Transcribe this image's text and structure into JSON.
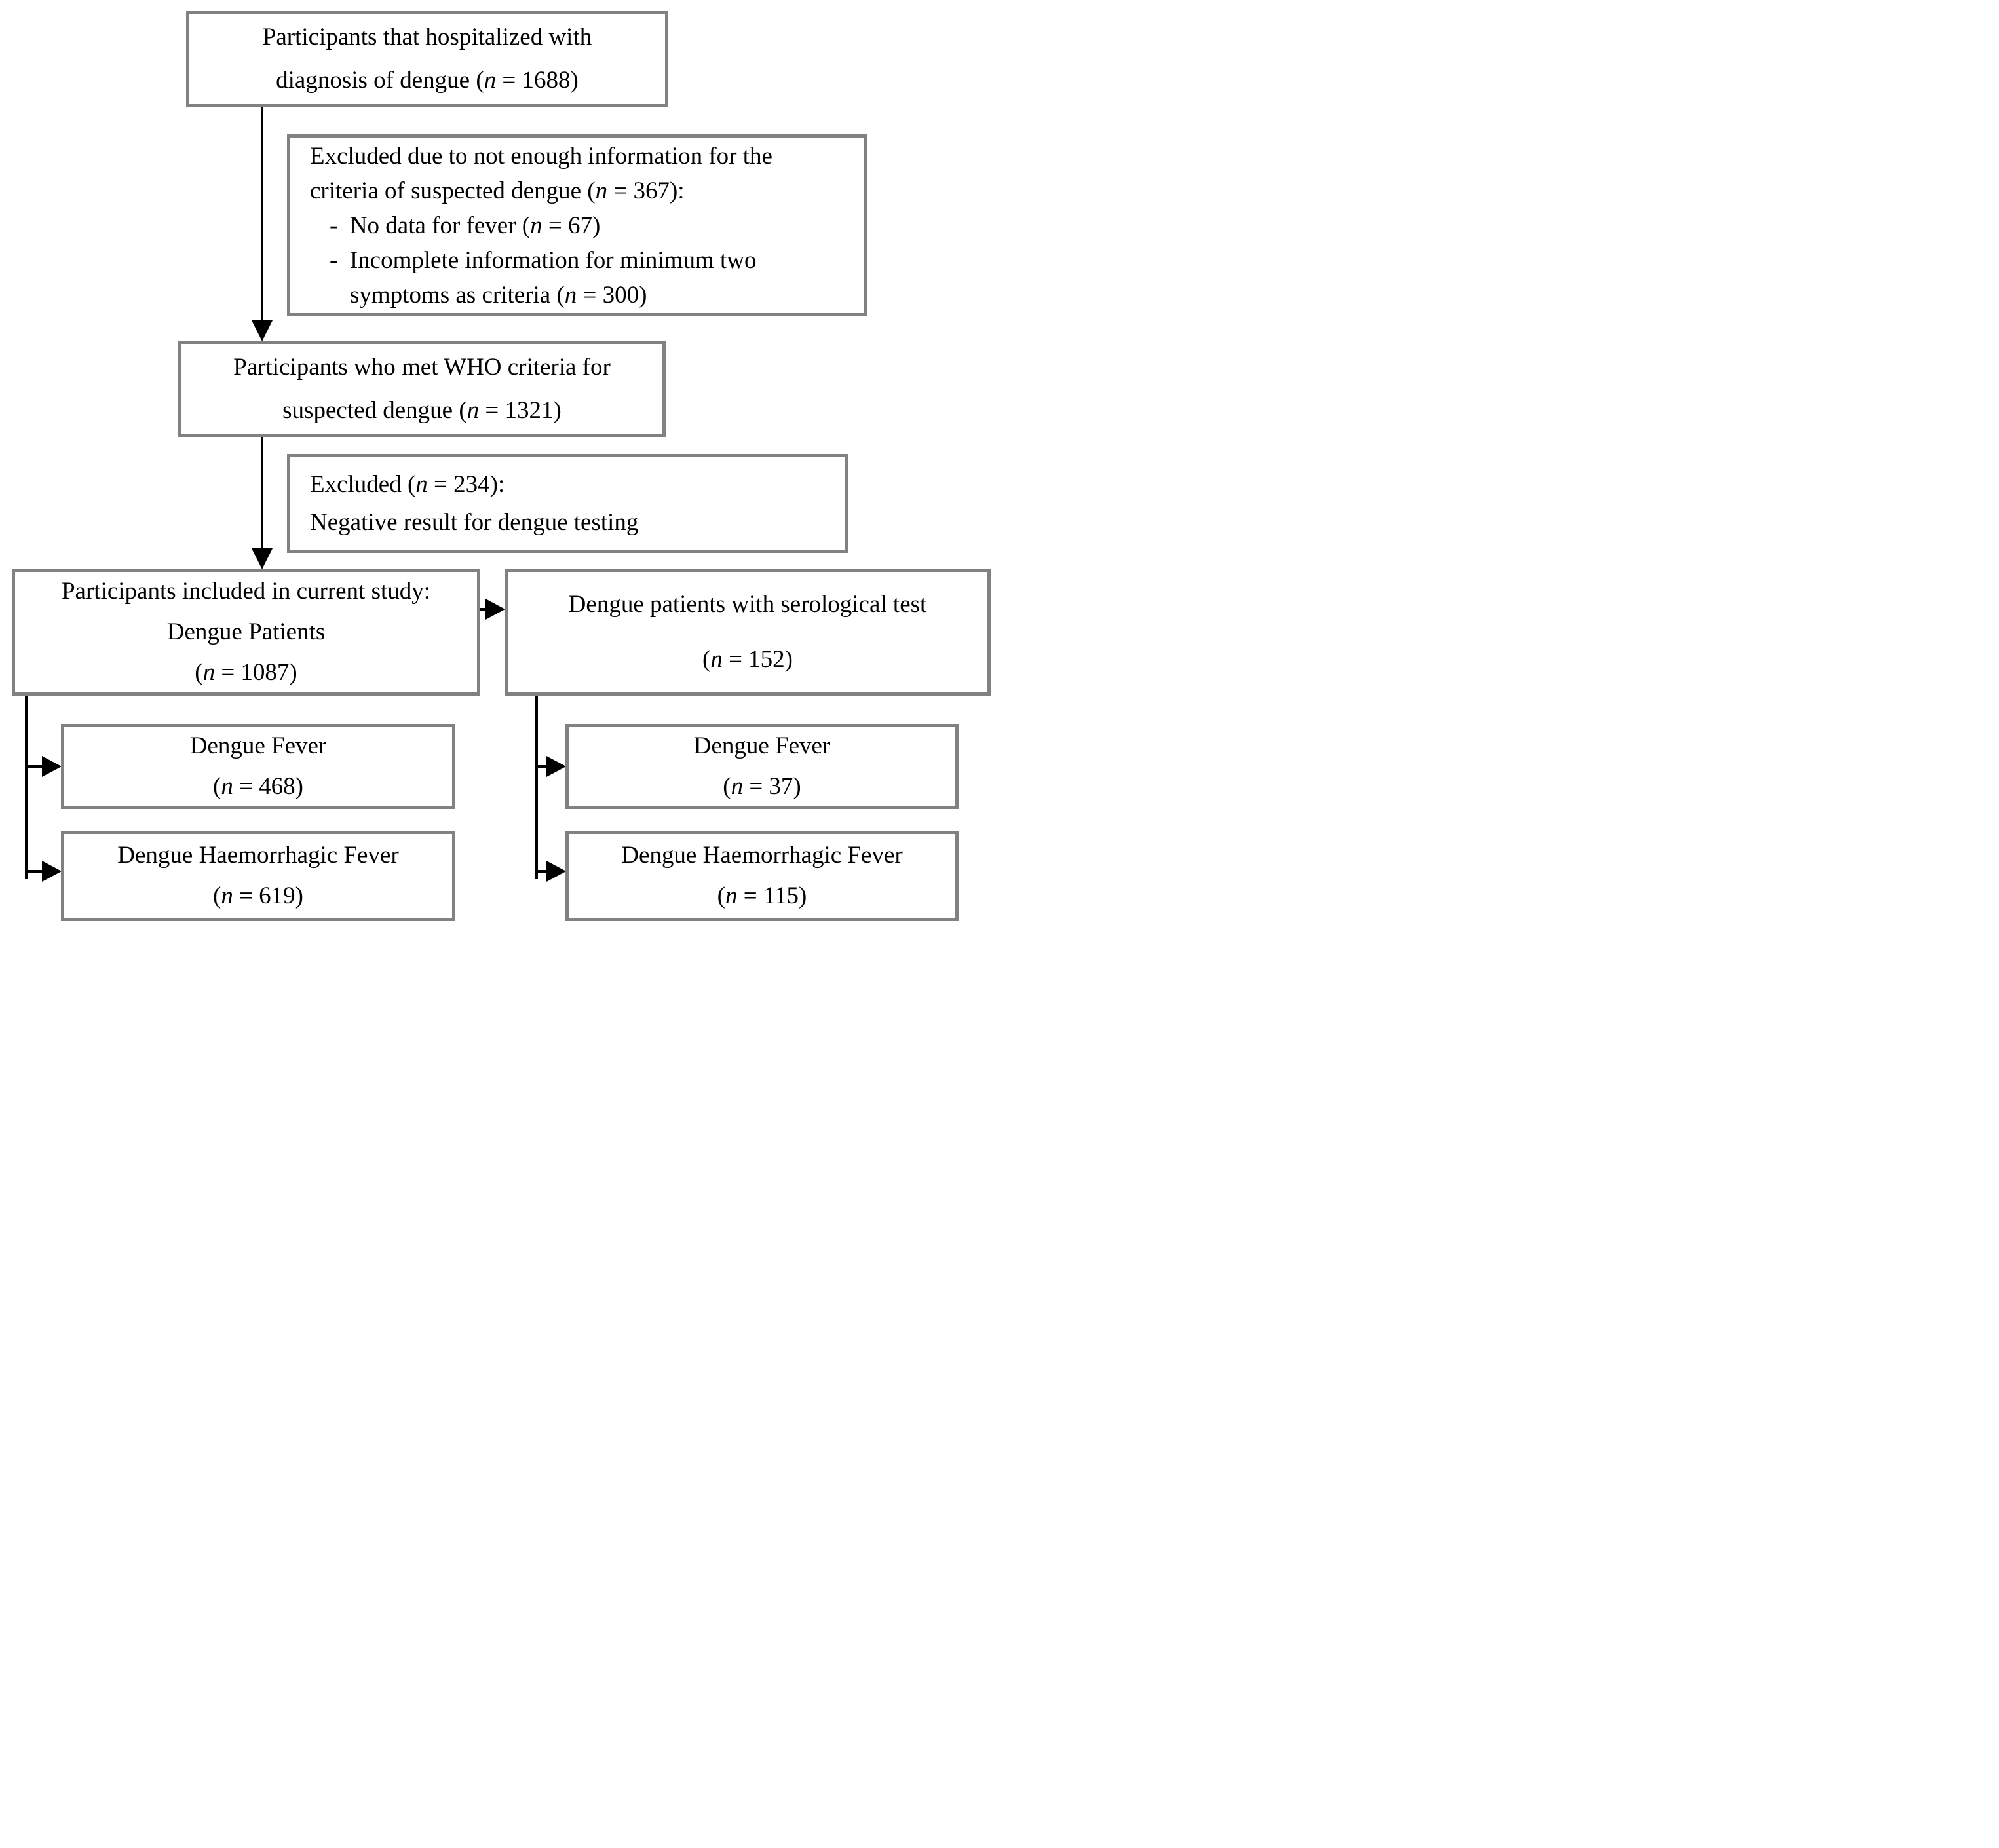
{
  "palette": {
    "background": "#ffffff",
    "box_border_gray": "#818181",
    "connector_black": "#000000",
    "text_color": "#000000"
  },
  "diagram_type": "study participant flowchart",
  "counts": {
    "hospitalized": 1688,
    "excluded_not_enough_info": 367,
    "no_data_for_fever": 67,
    "incomplete_two_symptoms": 300,
    "met_who_criteria": 1321,
    "excluded_negative": 234,
    "included_dengue_patients": 1087,
    "serological_test": 152,
    "dengue_fever_all": 468,
    "dhf_all": 619,
    "dengue_fever_serology": 37,
    "dhf_serology": 115
  },
  "boxes": {
    "hospitalized": {
      "lines": [
        {
          "segs": [
            {
              "t": "Participants that hospitalized with"
            }
          ]
        },
        {
          "segs": [
            {
              "t": "diagnosis of dengue ("
            },
            {
              "t": "n",
              "i": true
            },
            {
              "t": " = 1688)"
            }
          ]
        }
      ]
    },
    "excluded_info": {
      "lines": [
        {
          "segs": [
            {
              "t": "Excluded due to not enough information for the"
            }
          ]
        },
        {
          "segs": [
            {
              "t": "criteria of suspected dengue ("
            },
            {
              "t": "n",
              "i": true
            },
            {
              "t": " = 367):"
            }
          ]
        },
        {
          "cls": "li1",
          "segs": [
            {
              "t": "-  "
            },
            {
              "t": "No data for fever ("
            },
            {
              "t": "n",
              "i": true
            },
            {
              "t": " = 67)"
            }
          ]
        },
        {
          "cls": "li1",
          "segs": [
            {
              "t": "-  "
            },
            {
              "t": "Incomplete information for minimum two"
            }
          ]
        },
        {
          "cls": "li2",
          "segs": [
            {
              "t": "symptoms as criteria ("
            },
            {
              "t": "n",
              "i": true
            },
            {
              "t": " = 300)"
            }
          ]
        }
      ]
    },
    "who_criteria": {
      "lines": [
        {
          "segs": [
            {
              "t": "Participants who met WHO criteria for"
            }
          ]
        },
        {
          "segs": [
            {
              "t": "suspected dengue ("
            },
            {
              "t": "n",
              "i": true
            },
            {
              "t": " = 1321)"
            }
          ]
        }
      ]
    },
    "excluded_negative": {
      "lines": [
        {
          "segs": [
            {
              "t": "Excluded ("
            },
            {
              "t": "n",
              "i": true
            },
            {
              "t": " = 234):"
            }
          ]
        },
        {
          "segs": [
            {
              "t": "Negative result for dengue testing"
            }
          ]
        }
      ]
    },
    "included_study": {
      "lines": [
        {
          "segs": [
            {
              "t": "Participants included in current study:"
            }
          ]
        },
        {
          "segs": [
            {
              "t": "Dengue Patients"
            }
          ]
        },
        {
          "segs": [
            {
              "t": "("
            },
            {
              "t": "n",
              "i": true
            },
            {
              "t": " = 1087)"
            }
          ]
        }
      ]
    },
    "serological": {
      "lines": [
        {
          "segs": [
            {
              "t": "Dengue patients with serological test"
            }
          ]
        },
        {
          "segs": [
            {
              "t": "("
            },
            {
              "t": "n",
              "i": true
            },
            {
              "t": " = 152)"
            }
          ]
        }
      ]
    },
    "df_all": {
      "lines": [
        {
          "segs": [
            {
              "t": "Dengue Fever"
            }
          ]
        },
        {
          "segs": [
            {
              "t": "("
            },
            {
              "t": "n",
              "i": true
            },
            {
              "t": " = 468)"
            }
          ]
        }
      ]
    },
    "dhf_all": {
      "lines": [
        {
          "segs": [
            {
              "t": "Dengue Haemorrhagic Fever"
            }
          ]
        },
        {
          "segs": [
            {
              "t": "("
            },
            {
              "t": "n",
              "i": true
            },
            {
              "t": " = 619)"
            }
          ]
        }
      ]
    },
    "df_serology": {
      "lines": [
        {
          "segs": [
            {
              "t": "Dengue Fever"
            }
          ]
        },
        {
          "segs": [
            {
              "t": "("
            },
            {
              "t": "n",
              "i": true
            },
            {
              "t": " = 37)"
            }
          ]
        }
      ]
    },
    "dhf_serology": {
      "lines": [
        {
          "segs": [
            {
              "t": "Dengue Haemorrhagic Fever"
            }
          ]
        },
        {
          "segs": [
            {
              "t": "("
            },
            {
              "t": "n",
              "i": true
            },
            {
              "t": " = 115)"
            }
          ]
        }
      ]
    }
  }
}
